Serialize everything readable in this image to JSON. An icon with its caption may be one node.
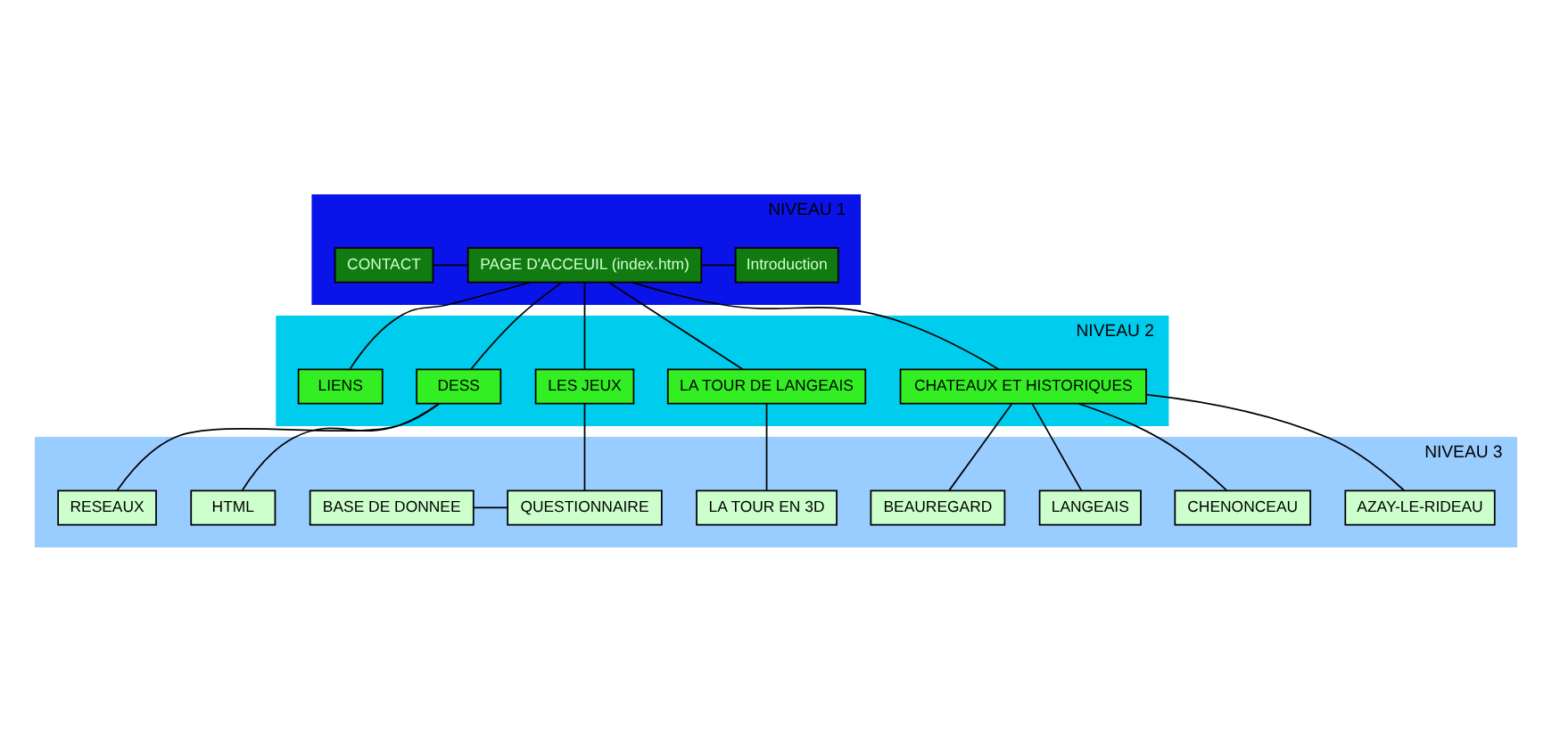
{
  "diagram": {
    "nodes": [
      {
        "text": [
          "NIVEAU 1"
        ]
      },
      {
        "text": [
          "Introduction"
        ],
        "in": 0
      },
      {
        "text": [
          "PAGE D'ACCEUIL (index.htm)"
        ],
        "in": 0
      },
      {
        "text": [
          "CONTACT"
        ],
        "in": 0
      },
      {
        "text": [
          "NIVEAU 2"
        ]
      },
      {
        "text": [
          "CHATEAUX ET HISTORIQUES"
        ],
        "in": 4
      },
      {
        "text": [
          "LA TOUR DE LANGEAIS"
        ],
        "in": 4
      },
      {
        "text": [
          "LES JEUX"
        ],
        "in": 4
      },
      {
        "text": [
          "DESS"
        ],
        "in": 4
      },
      {
        "text": [
          "LIENS"
        ],
        "in": 4
      },
      {
        "text": [
          "NIVEAU 3"
        ]
      },
      {
        "text": [
          "AZAY-LE-RIDEAU"
        ],
        "in": 10
      },
      {
        "text": [
          "CHENONCEAU"
        ],
        "in": 10
      },
      {
        "text": [
          "LANGEAIS"
        ],
        "in": 10
      },
      {
        "text": [
          "BEAUREGARD"
        ],
        "in": 10
      },
      {
        "text": [
          "LA TOUR EN 3D"
        ],
        "in": 10
      },
      {
        "text": [
          "QUESTIONNAIRE"
        ],
        "in": 10
      },
      {
        "text": [
          "BASE DE DONNEE"
        ],
        "in": 10
      },
      {
        "text": [
          "HTML"
        ],
        "in": 10
      },
      {
        "text": [
          "RESEAUX"
        ],
        "in": 10
      }
    ],
    "edges": [
      {
        "from": 1,
        "to": 2,
        "arrow": "none"
      },
      {
        "from": 2,
        "to": 3,
        "arrow": "none"
      },
      {
        "from": 2,
        "to": 5,
        "arrow": "none"
      },
      {
        "from": 2,
        "to": 6,
        "arrow": "none"
      },
      {
        "from": 2,
        "to": 7,
        "arrow": "none"
      },
      {
        "from": 2,
        "to": 8,
        "arrow": "none"
      },
      {
        "from": 2,
        "to": 9,
        "arrow": "none"
      },
      {
        "from": 5,
        "to": 11,
        "arrow": "none"
      },
      {
        "from": 5,
        "to": 12,
        "arrow": "none"
      },
      {
        "from": 5,
        "to": 13,
        "arrow": "none"
      },
      {
        "from": 5,
        "to": 14,
        "arrow": "none"
      },
      {
        "from": 6,
        "to": 15,
        "arrow": "none"
      },
      {
        "from": 7,
        "to": 16,
        "arrow": "none"
      },
      {
        "from": 16,
        "to": 17,
        "arrow": "none"
      },
      {
        "from": 8,
        "to": 18,
        "arrow": "none"
      },
      {
        "from": 8,
        "to": 19,
        "arrow": "none"
      }
    ]
  }
}
